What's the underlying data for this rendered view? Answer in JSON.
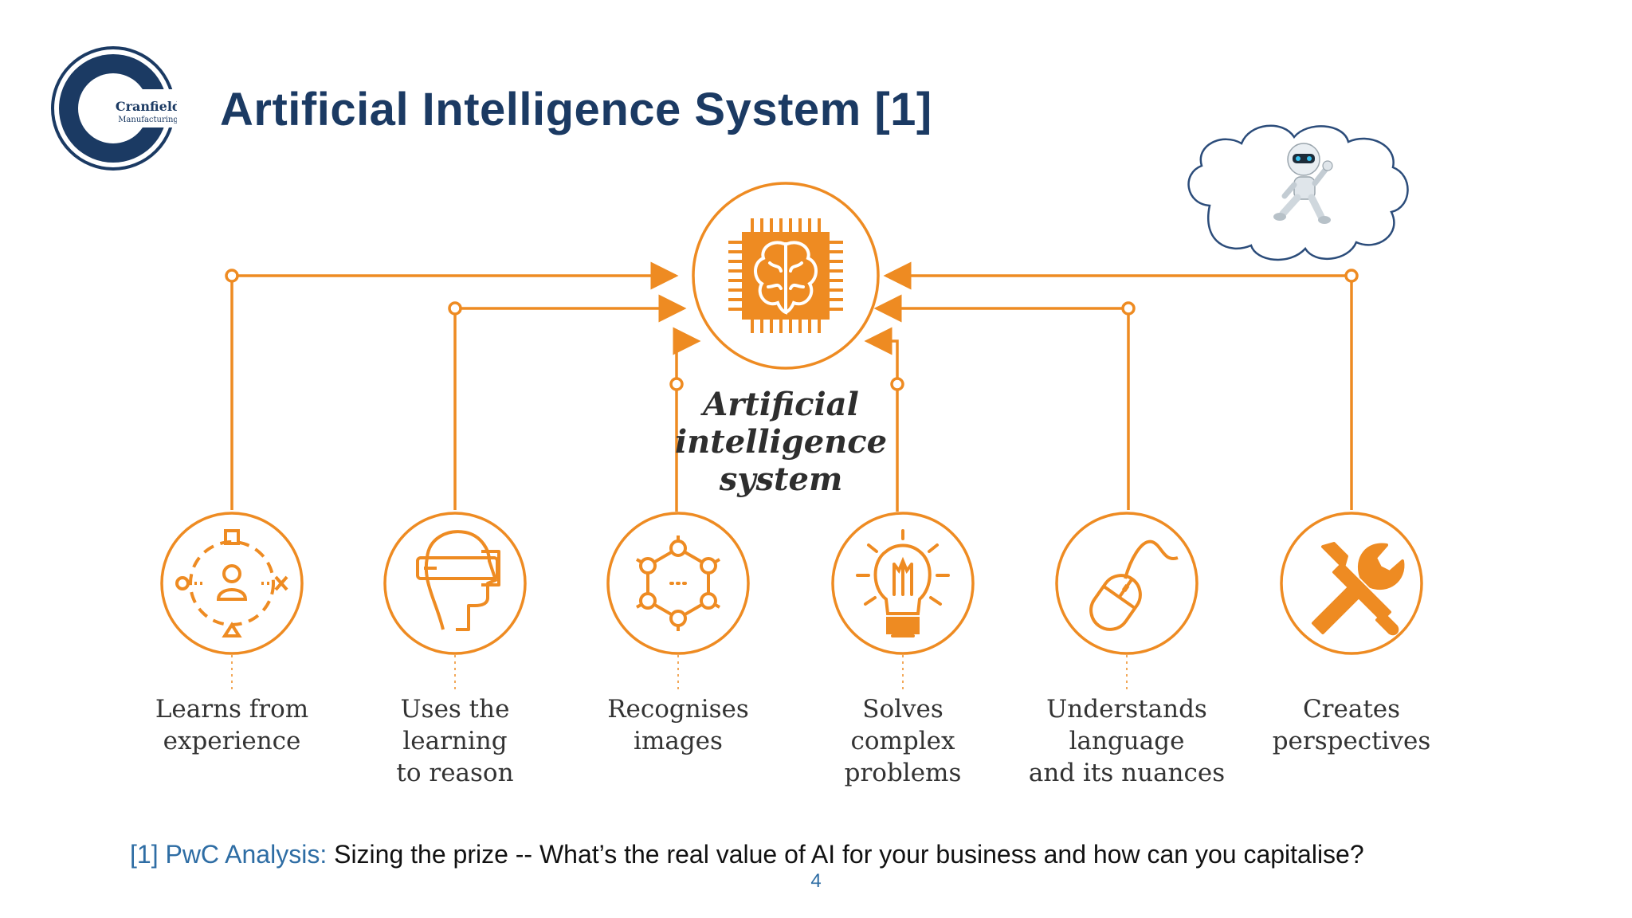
{
  "header": {
    "logo_text_main": "Cranfield",
    "logo_text_sub": "Manufacturing",
    "title": "Artificial Intelligence System [1]"
  },
  "diagram": {
    "accent_color": "#ee8b22",
    "center_icon": "brain-chip-icon",
    "center_label": [
      "Artificial",
      "intelligence",
      "system"
    ],
    "capabilities": [
      {
        "icon": "target-person-icon",
        "label": [
          "Learns from",
          "experience"
        ]
      },
      {
        "icon": "vr-headset-head-icon",
        "label": [
          "Uses the",
          "learning",
          "to reason"
        ]
      },
      {
        "icon": "molecule-network-icon",
        "label": [
          "Recognises",
          "images"
        ]
      },
      {
        "icon": "lightbulb-icon",
        "label": [
          "Solves",
          "complex",
          "problems"
        ]
      },
      {
        "icon": "computer-mouse-icon",
        "label": [
          "Understands",
          "language",
          "and its nuances"
        ]
      },
      {
        "icon": "tools-icon",
        "label": [
          "Creates",
          "perspectives"
        ]
      }
    ]
  },
  "decoration": {
    "cloud_image": "robot-in-cloud-icon"
  },
  "footer": {
    "source": "[1] PwC Analysis:",
    "citation": " Sizing the prize -- What’s the real value of AI for your business and how can you capitalise?",
    "page_number": "4"
  }
}
